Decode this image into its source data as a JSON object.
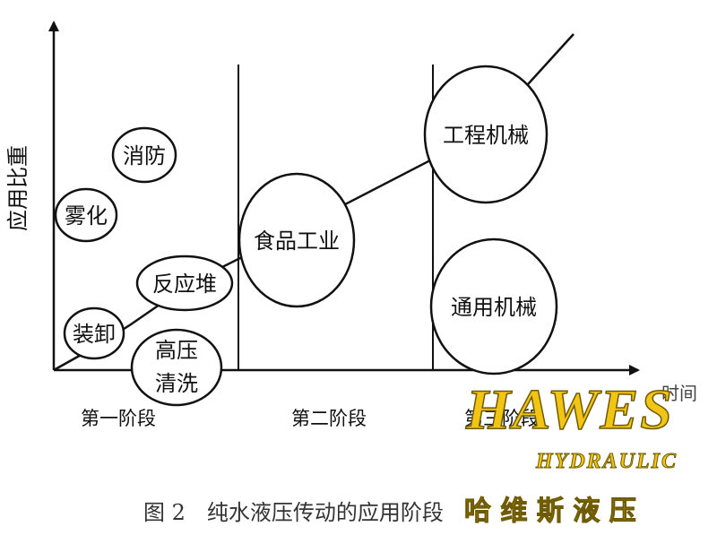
{
  "y_axis_label": "应用比重",
  "x_axis_label": "时间",
  "stages": [
    "第一阶段",
    "第二阶段",
    "第三阶段"
  ],
  "nodes": {
    "fire": "消防",
    "atomize": "雾化",
    "reactor": "反应堆",
    "loading": "装卸",
    "hp_line1": "高压",
    "hp_line2": "清洗",
    "food": "食品工业",
    "engineering": "工程机械",
    "general": "通用机械"
  },
  "caption": "图 2　纯水液压传动的应用阶段",
  "logo": {
    "main": "HAWES",
    "sub": "HYDRAULIC",
    "cn": "哈 维 斯 液 压"
  }
}
